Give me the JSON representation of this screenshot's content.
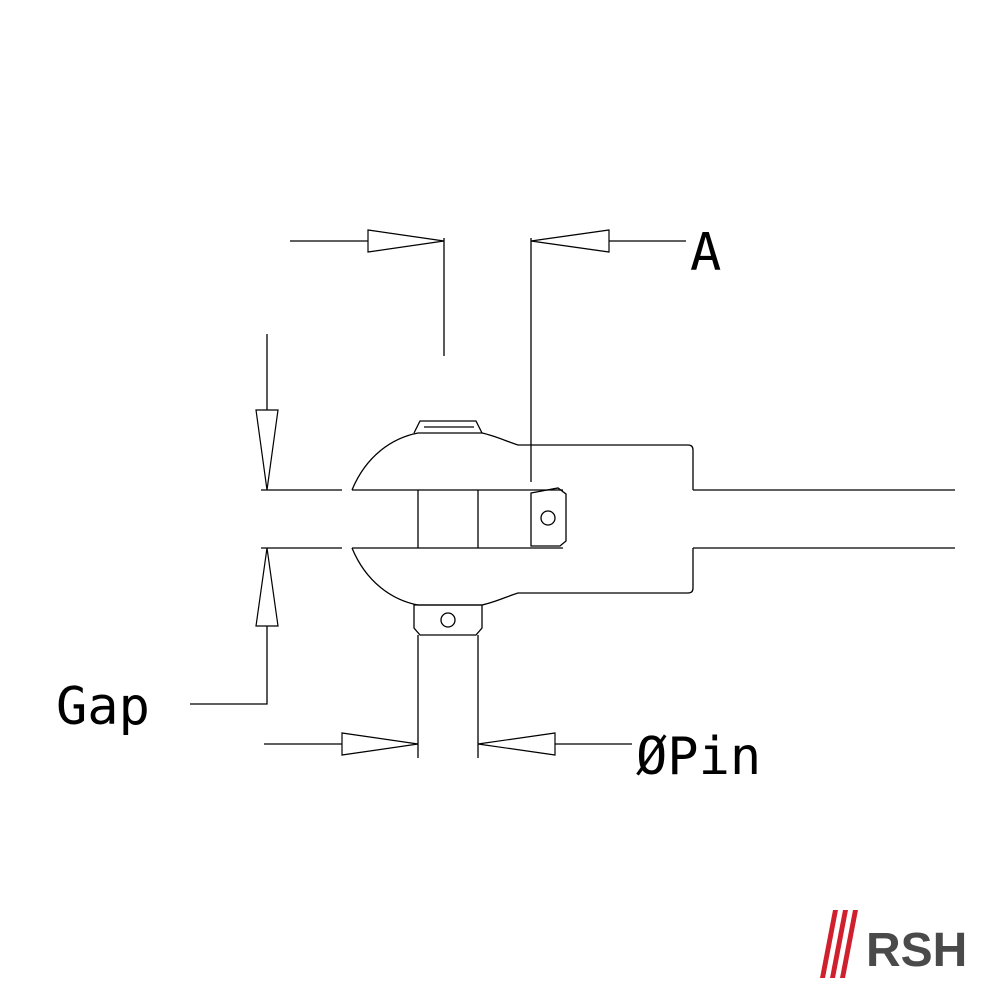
{
  "labels": {
    "dimension_a": "A",
    "gap": "Gap",
    "pin_diameter": "ØPin"
  },
  "logo": {
    "text": "RSH",
    "accent_color": "#d0202e",
    "text_color": "#4a4a4a"
  },
  "colors": {
    "line": "#000000",
    "background": "#ffffff"
  }
}
